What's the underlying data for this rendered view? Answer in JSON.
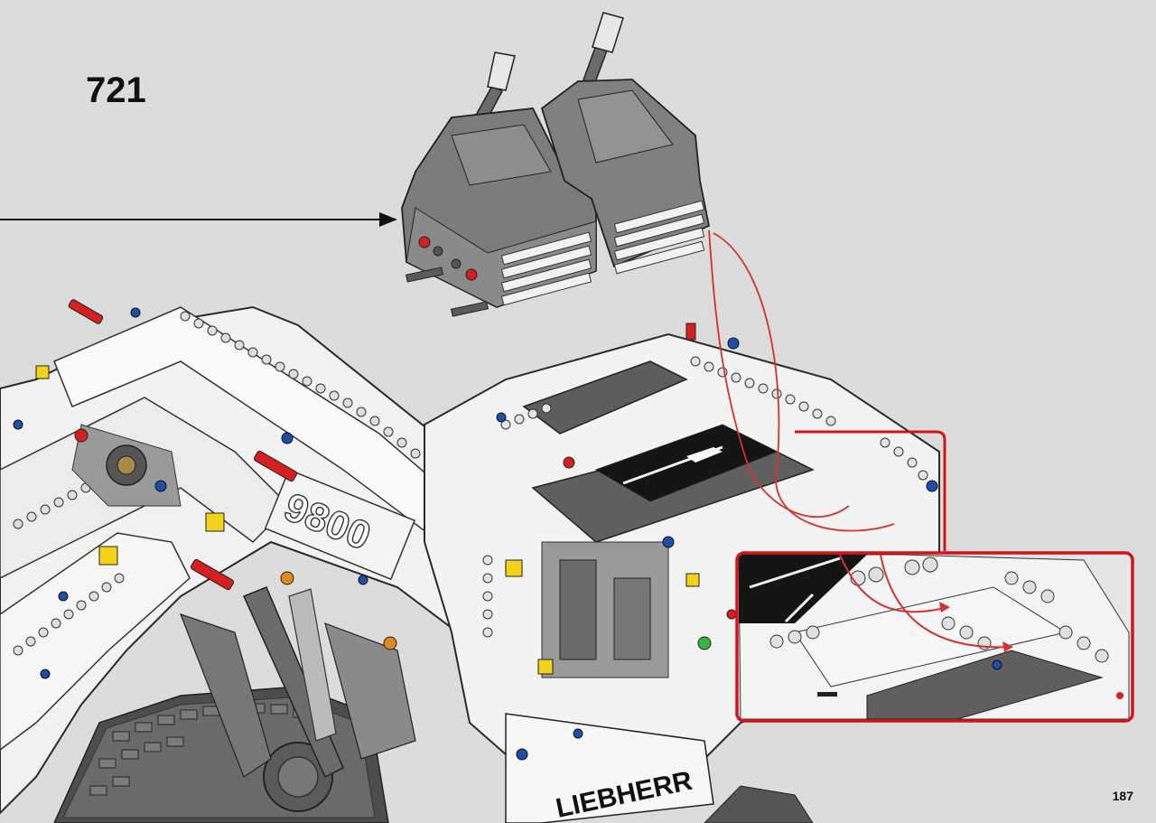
{
  "step": {
    "number": "721"
  },
  "page": {
    "number": "187"
  },
  "model": {
    "brand_label": "LIEBHERR",
    "model_label": "9800"
  },
  "colors": {
    "background": "#dcdcdc",
    "callout_border": "#d0141c",
    "cable": "#d23232",
    "white_part": "#f4f4f4",
    "dark_gray_part": "#5f5f5f",
    "light_gray_part": "#8a8a8a",
    "black_part": "#141414",
    "red_pin": "#d42020",
    "blue_pin": "#1d4fa8",
    "yellow_part": "#f2d21a"
  }
}
